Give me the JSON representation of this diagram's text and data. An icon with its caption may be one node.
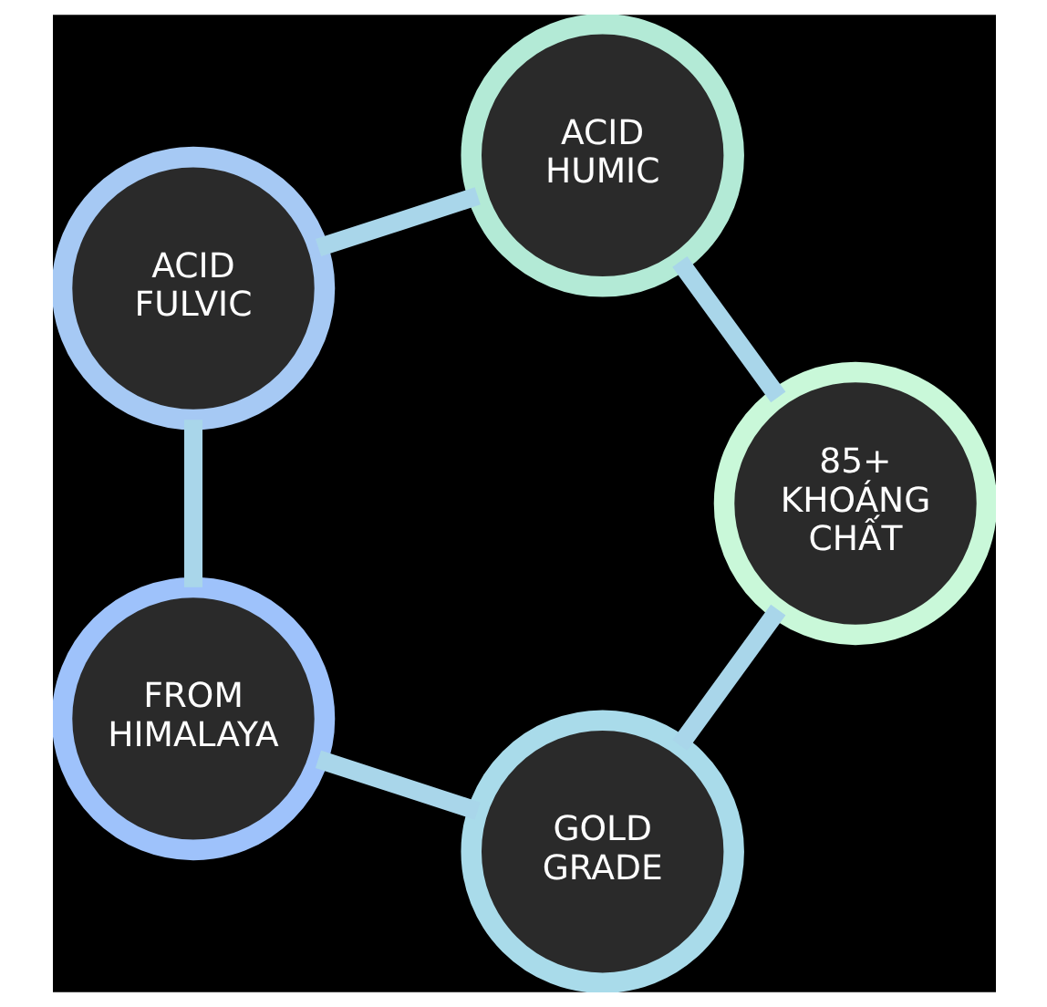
{
  "diagram": {
    "nodes": [
      {
        "text": [
          "GOLD GRADE"
        ]
      },
      {
        "text": [
          "FROM HIMALAYA"
        ]
      },
      {
        "text": [
          "ACID FULVIC"
        ]
      },
      {
        "text": [
          "ACID HUMIC"
        ]
      },
      {
        "text": [
          "85+",
          "KHOÁNG CHẤT"
        ]
      }
    ],
    "edges": [
      {
        "from": 0,
        "to": 1,
        "arrow": "none"
      },
      {
        "from": 1,
        "to": 2,
        "arrow": "none"
      },
      {
        "from": 2,
        "to": 3,
        "arrow": "none"
      },
      {
        "from": 3,
        "to": 4,
        "arrow": "none"
      },
      {
        "from": 4,
        "to": 0,
        "arrow": "none"
      }
    ]
  }
}
